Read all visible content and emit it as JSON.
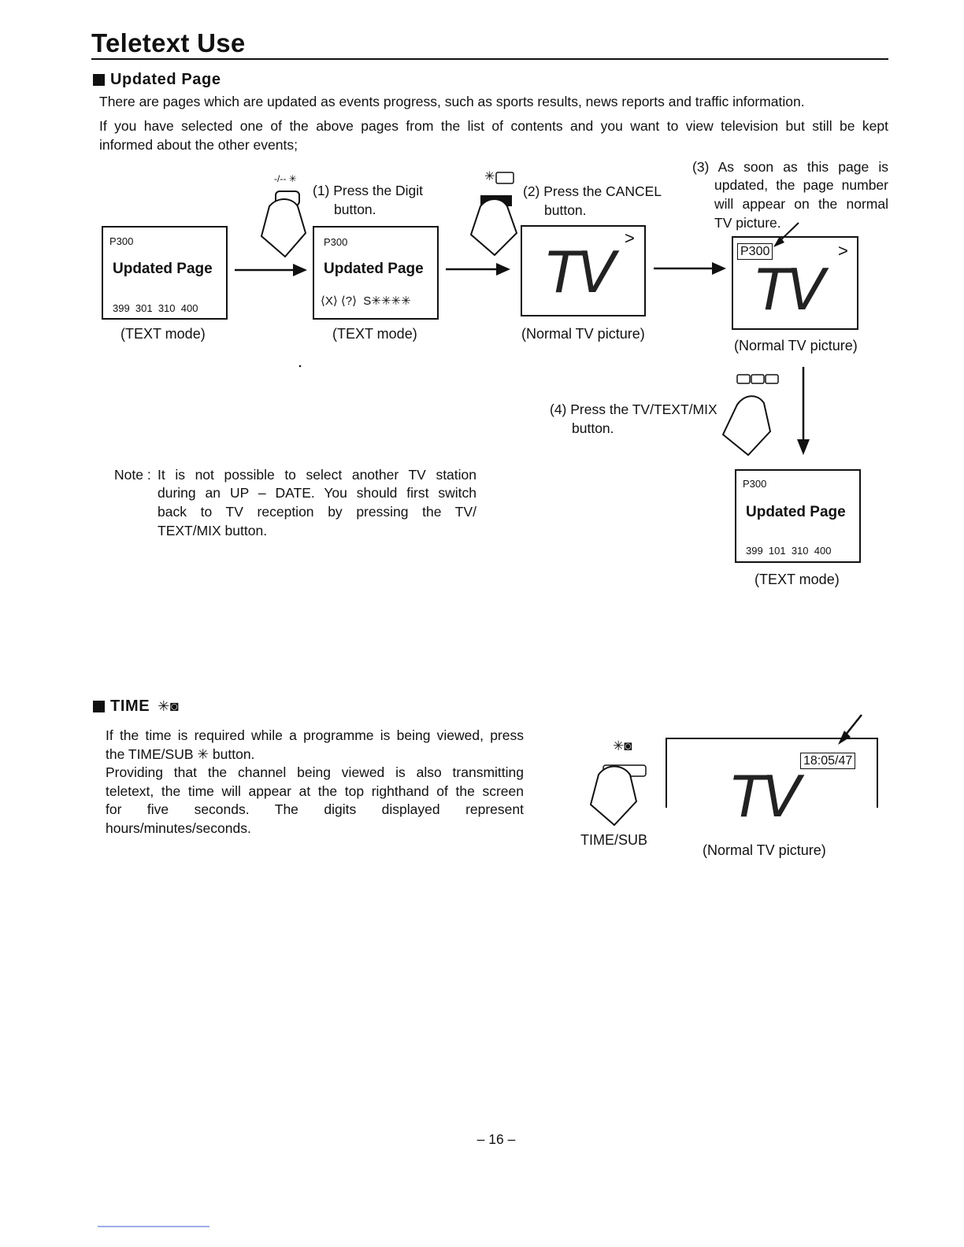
{
  "page": {
    "title": "Teletext Use",
    "number": "– 16 –"
  },
  "updated": {
    "heading": "Updated Page",
    "para1": "There are pages which are updated as events progress, such as sports results, news reports and traffic information.",
    "para2_line1": "If you have selected one of the above pages from the list of contents and you want to view television but still be kept",
    "para2_line2": "informed about the other events;",
    "step1_line1": "(1) Press the Digit",
    "step1_line2": "button.",
    "step1_icon_label": "-/-- ✳",
    "step2_line1": "(2) Press the CANCEL",
    "step2_line2": "button.",
    "step2_icon_label": "✳",
    "step3_line1": "(3) As soon as this page is",
    "step3_line2": "updated, the page number",
    "step3_line3": "will appear on the normal",
    "step3_line4": "TV picture.",
    "step4_line1": "(4) Press the TV/TEXT/MIX",
    "step4_line2": "button.",
    "box1": {
      "page": "P300",
      "title": "Updated Page",
      "nums": "399  301  310  400"
    },
    "box2": {
      "page": "P300",
      "title": "Updated Page",
      "nums": "⟨X⟩ ⟨?⟩  S✳✳✳✳"
    },
    "box4": {
      "page": "P300",
      "title": "Updated Page",
      "nums": "399  101  310  400"
    },
    "tv_word": "TV",
    "tv_arrow": ">",
    "tv3_page": "P300",
    "caption_text_mode": "(TEXT mode)",
    "caption_normal_tv": "(Normal TV picture)",
    "note_prefix": "Note :",
    "note_line1": "It is not possible to select another TV station",
    "note_line2": "during an UP – DATE. You should first switch",
    "note_line3": "back to TV reception by pressing the TV/",
    "note_line4": "TEXT/MIX button."
  },
  "time": {
    "heading": "TIME",
    "line1": "If the time is required while a programme is being viewed, press",
    "line2": "the TIME/SUB ✳ button.",
    "line3": "Providing that the channel being viewed is also transmitting",
    "line4": "teletext, the time will appear at the top righthand of the screen",
    "line5": "for five seconds. The digits displayed represent",
    "line6": "hours/minutes/seconds.",
    "button_label": "TIME/SUB",
    "clock": "18:05/47",
    "tv_word": "TV",
    "caption": "(Normal TV picture)"
  }
}
